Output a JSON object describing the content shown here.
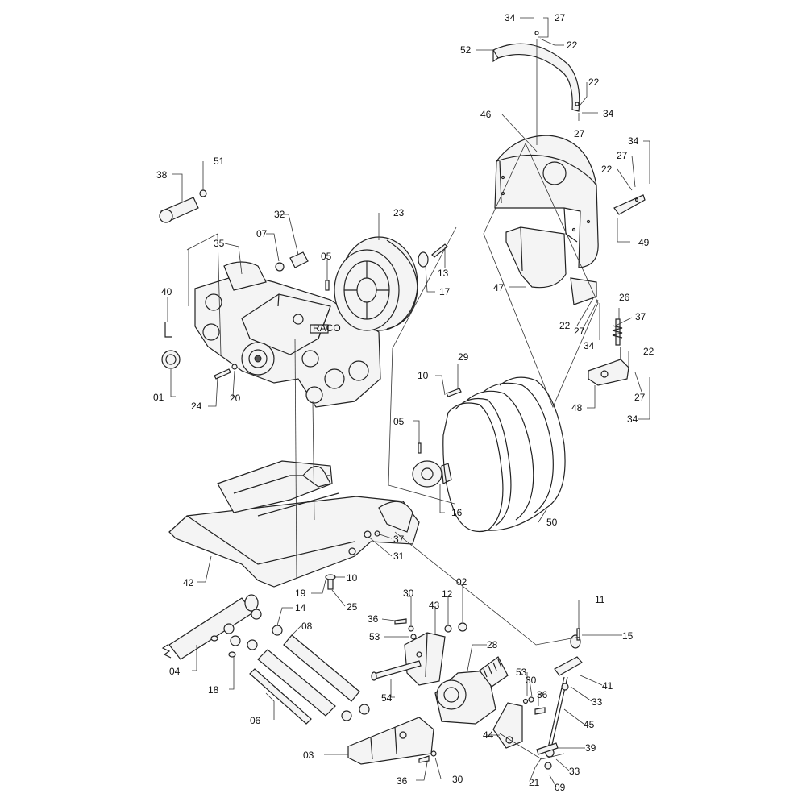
{
  "callouts": [
    {
      "id": "34a",
      "text": "34"
    },
    {
      "id": "27a",
      "text": "27"
    },
    {
      "id": "22a",
      "text": "22"
    },
    {
      "id": "52",
      "text": "52"
    },
    {
      "id": "22b",
      "text": "22"
    },
    {
      "id": "27b",
      "text": "27"
    },
    {
      "id": "34b",
      "text": "34"
    },
    {
      "id": "46",
      "text": "46"
    },
    {
      "id": "34c",
      "text": "34"
    },
    {
      "id": "27c",
      "text": "27"
    },
    {
      "id": "22c",
      "text": "22"
    },
    {
      "id": "49",
      "text": "49"
    },
    {
      "id": "38",
      "text": "38"
    },
    {
      "id": "51",
      "text": "51"
    },
    {
      "id": "32",
      "text": "32"
    },
    {
      "id": "07",
      "text": "07"
    },
    {
      "id": "23",
      "text": "23"
    },
    {
      "id": "35",
      "text": "35"
    },
    {
      "id": "05a",
      "text": "05"
    },
    {
      "id": "13",
      "text": "13"
    },
    {
      "id": "17",
      "text": "17"
    },
    {
      "id": "47",
      "text": "47"
    },
    {
      "id": "40",
      "text": "40"
    },
    {
      "id": "26",
      "text": "26"
    },
    {
      "id": "37a",
      "text": "37"
    },
    {
      "id": "22d",
      "text": "22"
    },
    {
      "id": "27d",
      "text": "27"
    },
    {
      "id": "34d",
      "text": "34"
    },
    {
      "id": "22e",
      "text": "22"
    },
    {
      "id": "27e",
      "text": "27"
    },
    {
      "id": "34e",
      "text": "34"
    },
    {
      "id": "29",
      "text": "29"
    },
    {
      "id": "10a",
      "text": "10"
    },
    {
      "id": "48",
      "text": "48"
    },
    {
      "id": "01",
      "text": "01"
    },
    {
      "id": "24",
      "text": "24"
    },
    {
      "id": "20",
      "text": "20"
    },
    {
      "id": "05b",
      "text": "05"
    },
    {
      "id": "16",
      "text": "16"
    },
    {
      "id": "50",
      "text": "50"
    },
    {
      "id": "37b",
      "text": "37"
    },
    {
      "id": "31",
      "text": "31"
    },
    {
      "id": "42",
      "text": "42"
    },
    {
      "id": "10b",
      "text": "10"
    },
    {
      "id": "19",
      "text": "19"
    },
    {
      "id": "25",
      "text": "25"
    },
    {
      "id": "02",
      "text": "02"
    },
    {
      "id": "30a",
      "text": "30"
    },
    {
      "id": "12",
      "text": "12"
    },
    {
      "id": "43",
      "text": "43"
    },
    {
      "id": "36a",
      "text": "36"
    },
    {
      "id": "14",
      "text": "14"
    },
    {
      "id": "08",
      "text": "08"
    },
    {
      "id": "53a",
      "text": "53"
    },
    {
      "id": "11",
      "text": "11"
    },
    {
      "id": "15",
      "text": "15"
    },
    {
      "id": "28",
      "text": "28"
    },
    {
      "id": "04",
      "text": "04"
    },
    {
      "id": "18",
      "text": "18"
    },
    {
      "id": "54",
      "text": "54"
    },
    {
      "id": "53b",
      "text": "53"
    },
    {
      "id": "30b",
      "text": "30"
    },
    {
      "id": "41",
      "text": "41"
    },
    {
      "id": "36b",
      "text": "36"
    },
    {
      "id": "33a",
      "text": "33"
    },
    {
      "id": "06",
      "text": "06"
    },
    {
      "id": "45",
      "text": "45"
    },
    {
      "id": "44",
      "text": "44"
    },
    {
      "id": "39",
      "text": "39"
    },
    {
      "id": "03",
      "text": "03"
    },
    {
      "id": "33b",
      "text": "33"
    },
    {
      "id": "36c",
      "text": "36"
    },
    {
      "id": "30c",
      "text": "30"
    },
    {
      "id": "21",
      "text": "21"
    },
    {
      "id": "09",
      "text": "09"
    }
  ],
  "pump_label": "RACO"
}
